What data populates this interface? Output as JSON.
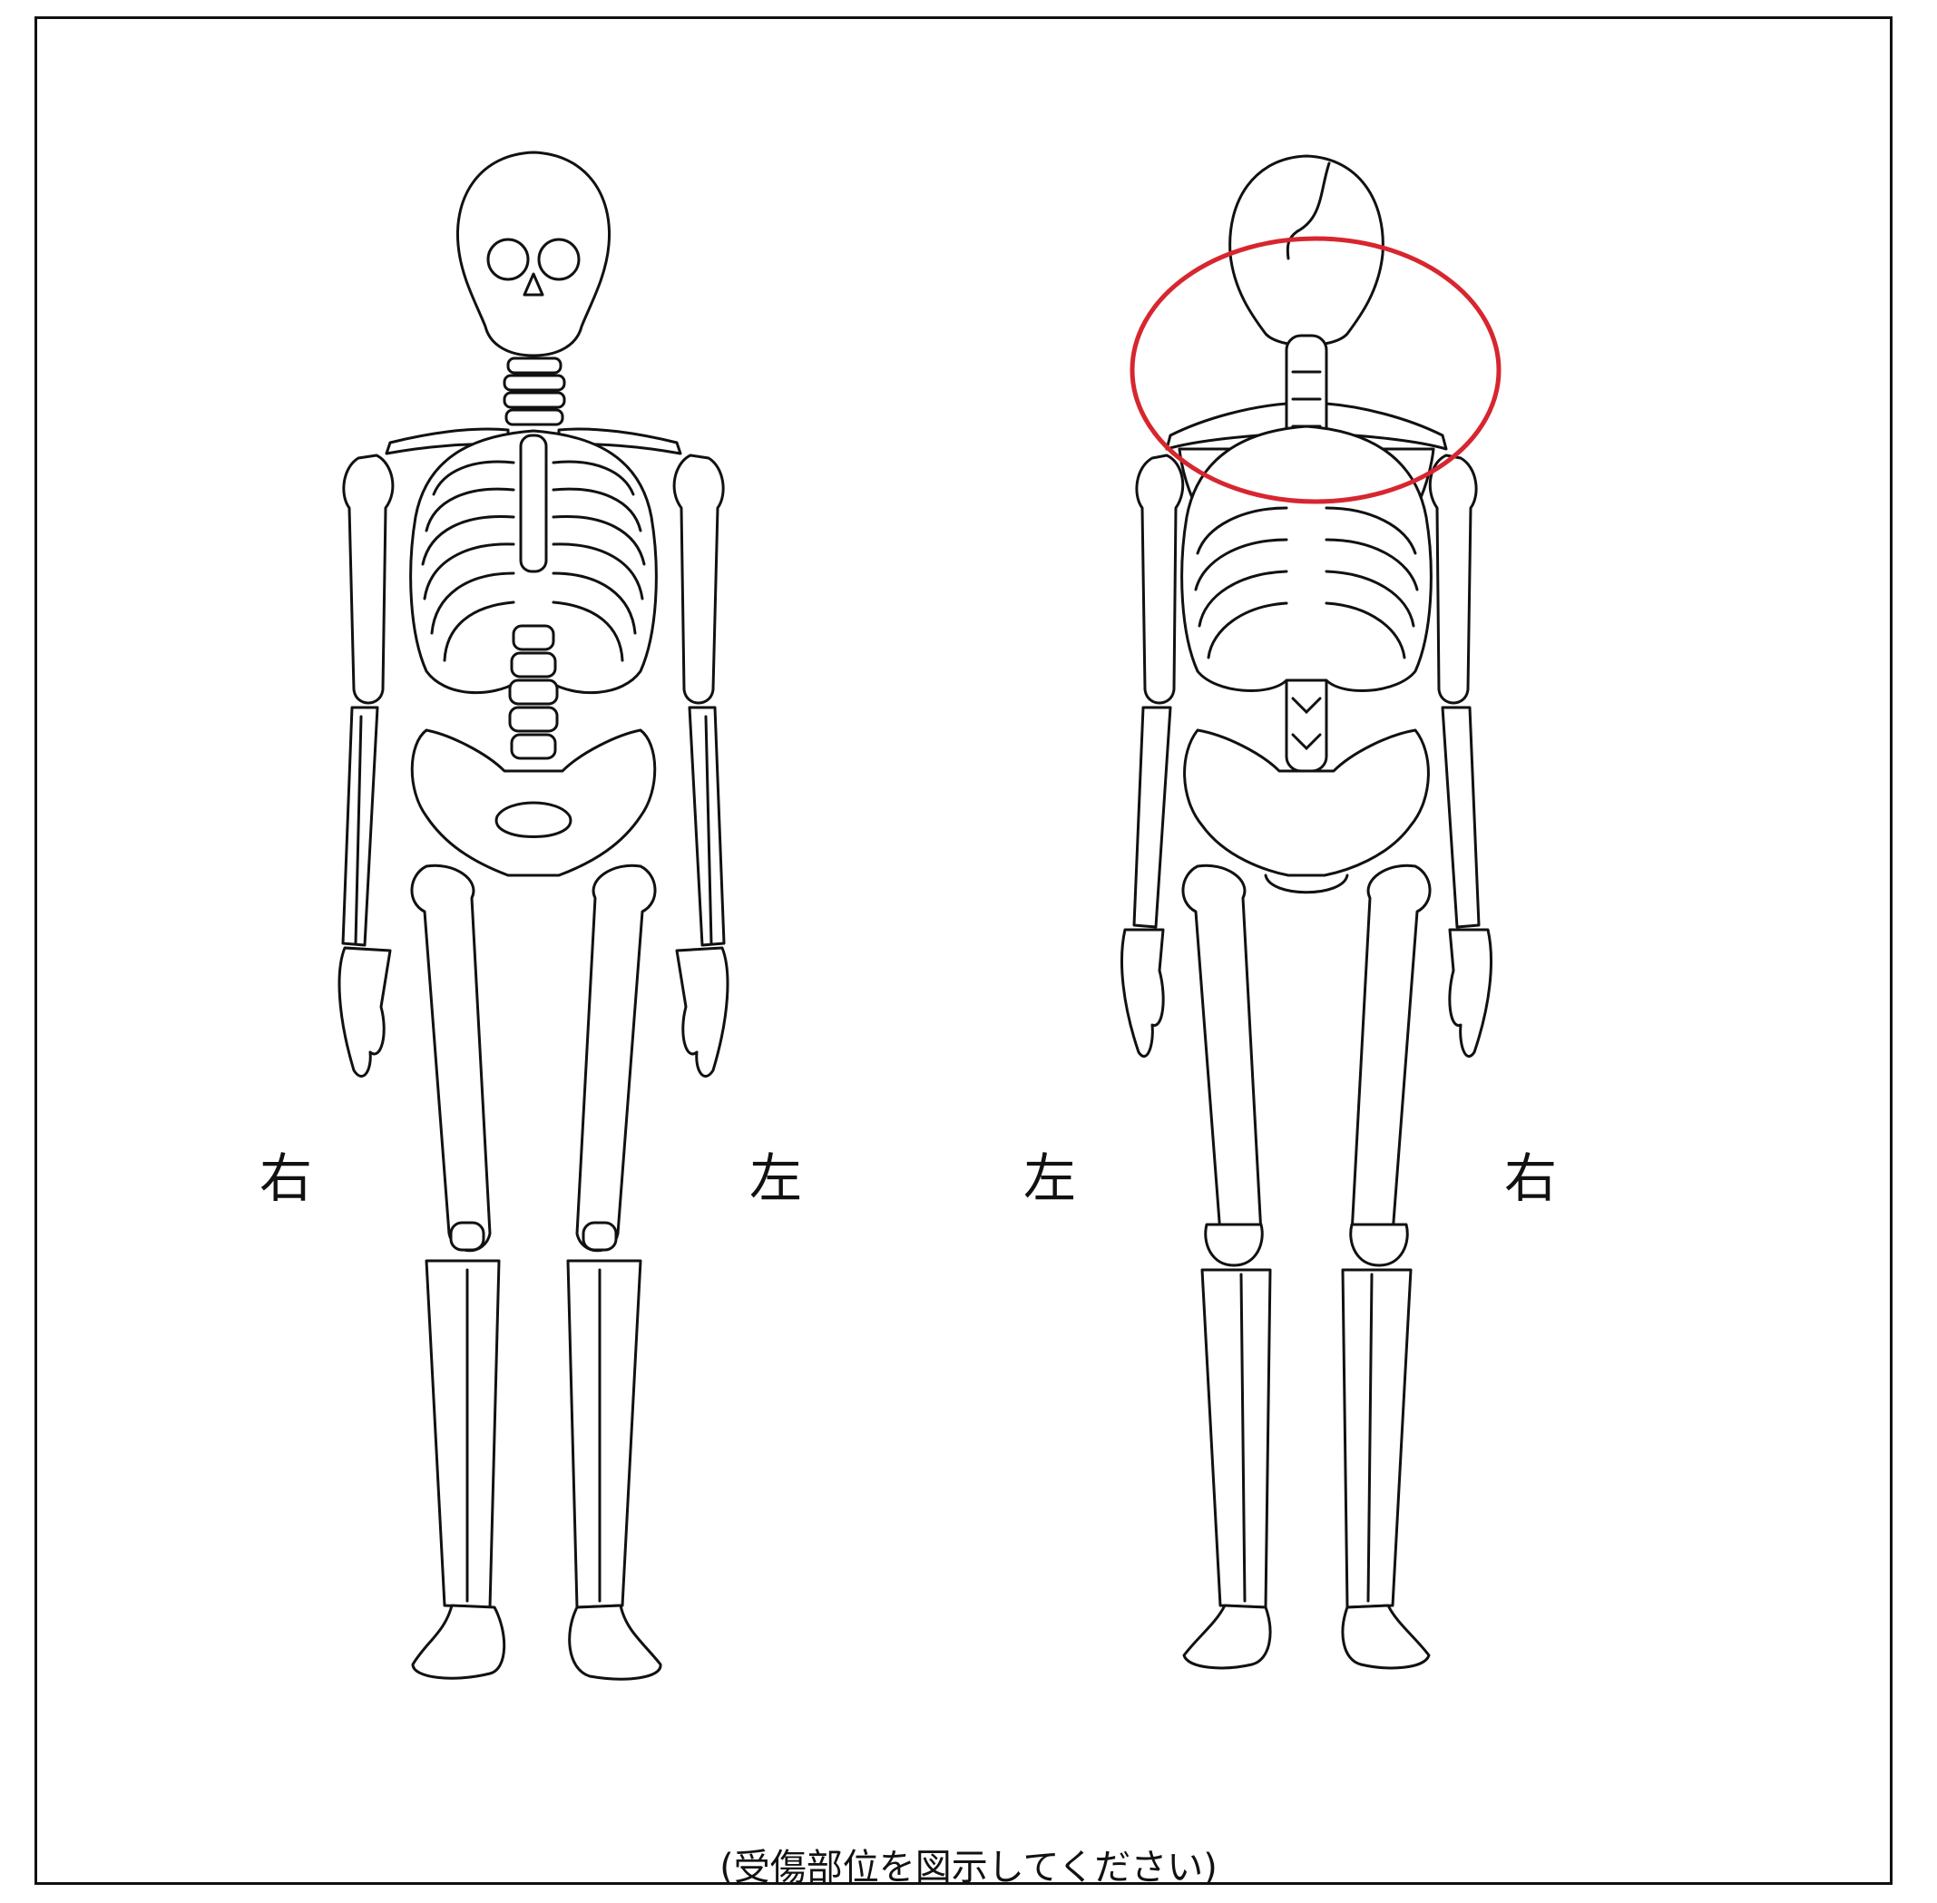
{
  "diagram": {
    "front_view": {
      "right_label": "右",
      "left_label": "左"
    },
    "back_view": {
      "left_label": "左",
      "right_label": "右"
    },
    "caption": "(受傷部位を図示してください)",
    "annotation_color": "#d7262f",
    "marked_region": "neck-and-upper-back"
  }
}
